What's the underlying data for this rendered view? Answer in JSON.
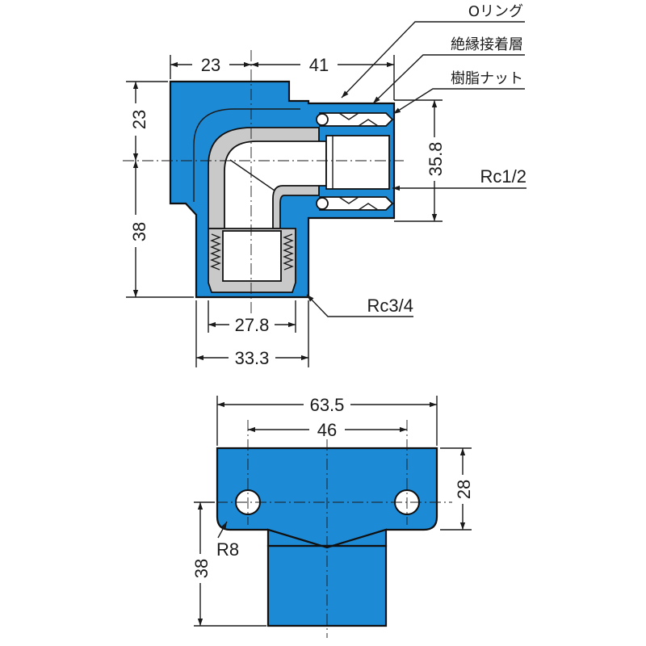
{
  "labels": {
    "o_ring": "Oリング",
    "adhesive_layer": "絶縁接着層",
    "resin_nut": "樹脂ナット",
    "rc_half": "Rc1/2",
    "rc_three_quarter": "Rc3/4",
    "r8": "R8"
  },
  "dimensions": {
    "top_left_width": "23",
    "top_right_width": "41",
    "left_upper_height": "23",
    "left_lower_height": "38",
    "right_opening_height": "35.8",
    "inner_bottom_width": "27.8",
    "outer_bottom_width": "33.3",
    "flange_width": "63.5",
    "hole_pitch": "46",
    "flange_height": "28",
    "body_height": "38"
  },
  "colors": {
    "body": "#1d8ad6",
    "insert": "#c9c9c9",
    "line": "#1a1a1a"
  }
}
